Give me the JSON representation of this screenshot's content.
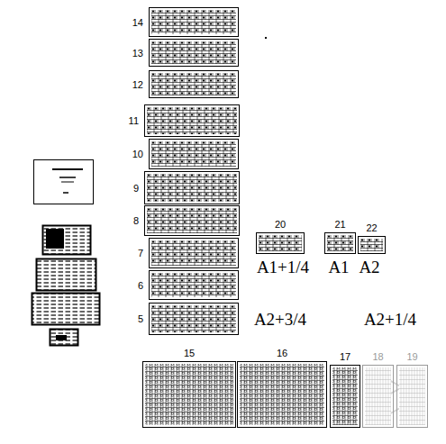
{
  "diagram": {
    "nodes": [
      {
        "text": [
          "14"
        ]
      },
      {
        "text": [
          "13"
        ]
      },
      {
        "text": [
          "12"
        ]
      },
      {
        "text": [
          "11"
        ]
      },
      {
        "text": [
          "10"
        ]
      },
      {
        "text": [
          "9"
        ]
      },
      {
        "text": [
          "8"
        ]
      },
      {
        "text": [
          "7"
        ]
      },
      {
        "text": [
          "20"
        ]
      },
      {
        "text": [
          "21"
        ]
      },
      {
        "text": [
          "22"
        ]
      },
      {
        "text": [
          "6"
        ]
      },
      {
        "text": [
          "5"
        ]
      },
      {
        "text": [
          "15"
        ]
      },
      {
        "text": [
          "16"
        ]
      },
      {
        "text": [
          "17"
        ]
      },
      {
        "text": [
          "18"
        ]
      },
      {
        "text": [
          "19"
        ]
      }
    ],
    "labels": [
      "A1+1/4",
      "A1",
      "A2",
      "A2+3/4",
      "A2+1/4"
    ]
  }
}
